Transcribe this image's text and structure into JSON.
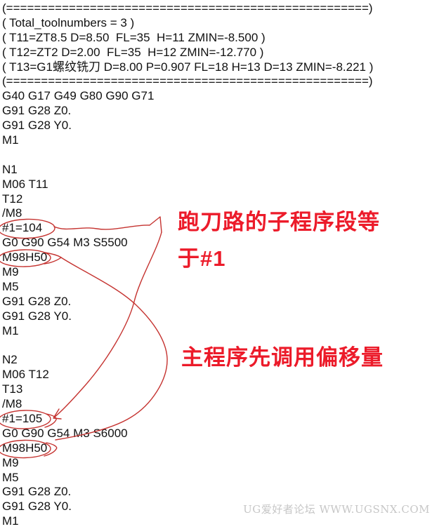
{
  "code": {
    "color": "#111111",
    "lines": [
      "(====================================================)",
      "( Total_toolnumbers = 3 )",
      "( T11=ZT8.5 D=8.50  FL=35  H=11 ZMIN=-8.500 )",
      "( T12=ZT2 D=2.00  FL=35  H=12 ZMIN=-12.770 )",
      "( T13=G1螺纹铣刀 D=8.00 P=0.907 FL=18 H=13 D=13 ZMIN=-8.221 )",
      "(====================================================)",
      "G40 G17 G49 G80 G90 G71",
      "G91 G28 Z0.",
      "G91 G28 Y0.",
      "M1",
      "",
      "N1",
      "M06 T11",
      "T12",
      "/M8",
      "#1=104",
      "G0 G90 G54 M3 S5500",
      "M98H50",
      "M9",
      "M5",
      "G91 G28 Z0.",
      "G91 G28 Y0.",
      "M1",
      "",
      "N2",
      "M06 T12",
      "T13",
      "/M8",
      "#1=105",
      "G0 G90 G54 M3 S6000",
      "M98H50",
      "M9",
      "M5",
      "G91 G28 Z0.",
      "G91 G28 Y0.",
      "M1"
    ]
  },
  "annotations": {
    "text_color": "#ec1b2a",
    "stroke_color": "#c53330",
    "note1_line1": "跑刀路的子程序段等",
    "note1_line2": "于#1",
    "note2": "主程序先调用偏移量",
    "circled_values": [
      "#1=104",
      "M98H50",
      "#1=105",
      "M98H50"
    ]
  },
  "watermark": {
    "text": "UG爱好者论坛 WWW.UGSNX.COM",
    "color": "#c7c7c7"
  }
}
